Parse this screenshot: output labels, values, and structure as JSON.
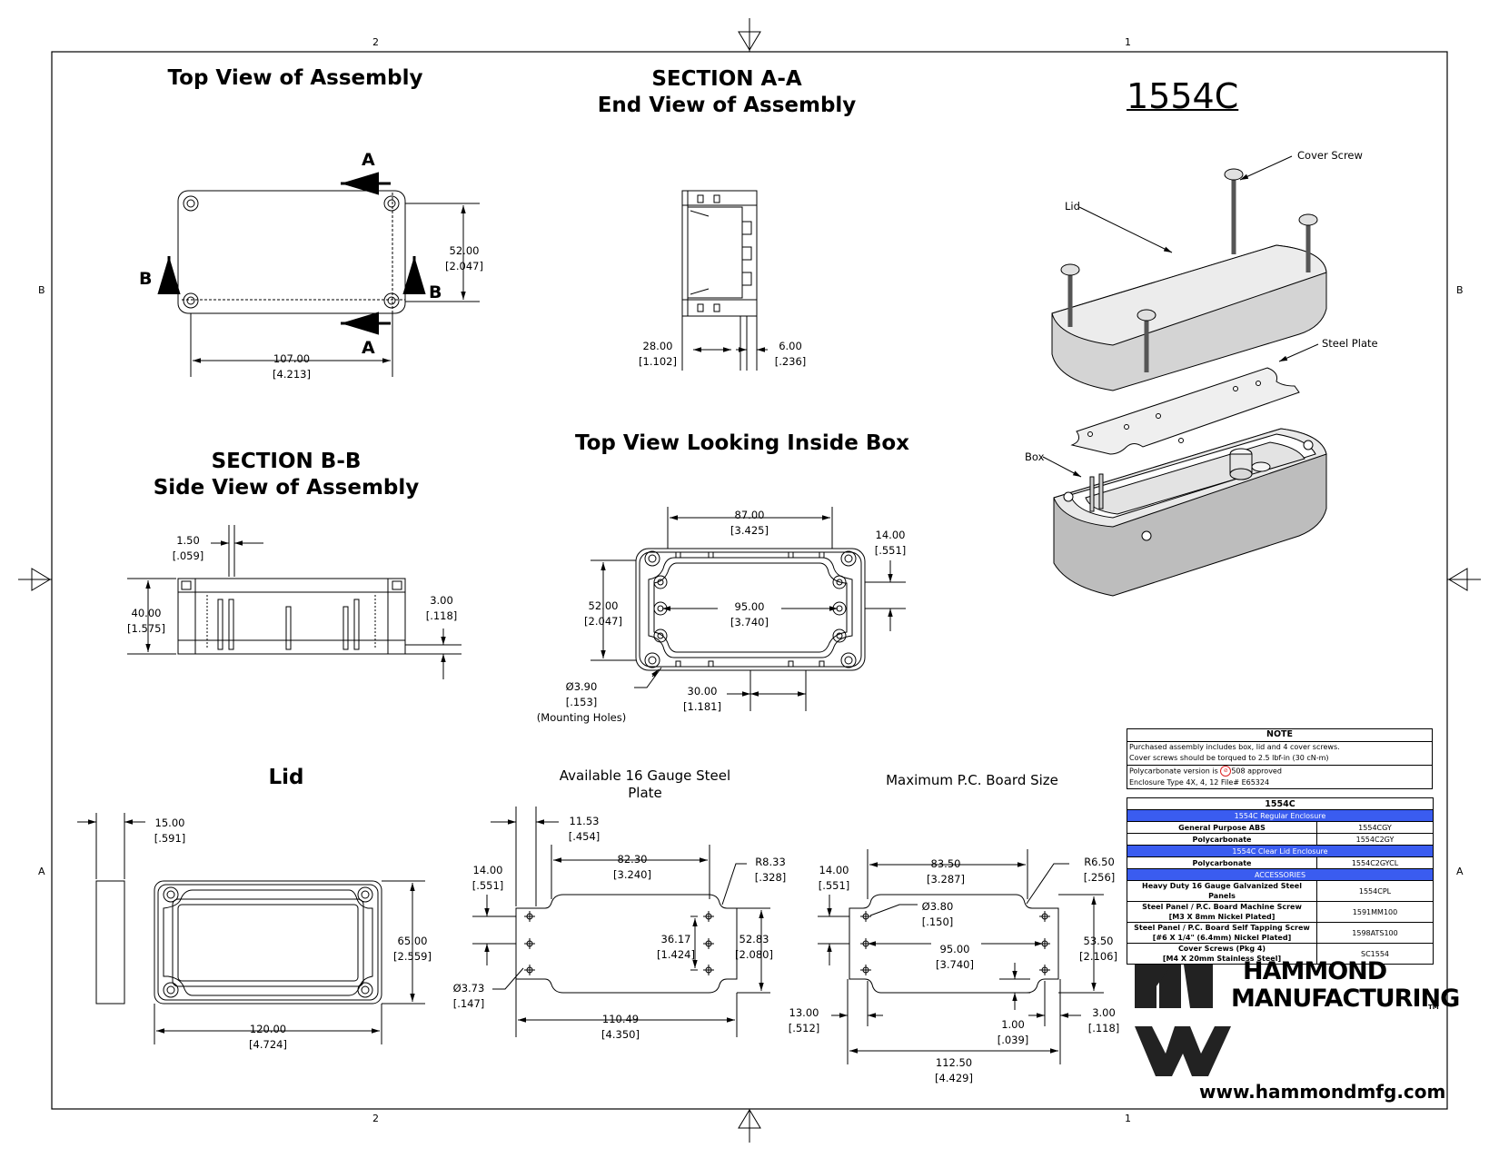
{
  "border": {
    "zones_top": [
      "2",
      "1"
    ],
    "zones_bottom": [
      "2",
      "1"
    ],
    "zones_left": [
      "B",
      "A"
    ],
    "zones_right": [
      "B",
      "A"
    ]
  },
  "part_number": "1554C",
  "titles": {
    "top_view": "Top View of Assembly",
    "section_aa_1": "SECTION A-A",
    "section_aa_2": "End View of Assembly",
    "section_bb_1": "SECTION B-B",
    "section_bb_2": "Side View of Assembly",
    "inside_box": "Top View Looking Inside Box",
    "lid": "Lid",
    "steel_plate_1": "Available 16 Gauge Steel",
    "steel_plate_2": "Plate",
    "pcb": "Maximum P.C. Board Size"
  },
  "section_labels": {
    "a": "A",
    "b": "B"
  },
  "callouts": {
    "cover_screw": "Cover Screw",
    "lid": "Lid",
    "steel_plate": "Steel Plate",
    "box": "Box"
  },
  "dims": {
    "top_w": [
      "107.00",
      "[4.213]"
    ],
    "top_h": [
      "52.00",
      "[2.047]"
    ],
    "end_w": [
      "28.00",
      "[1.102]"
    ],
    "end_t": [
      "6.00",
      "[.236]"
    ],
    "side_wall": [
      "1.50",
      "[.059]"
    ],
    "side_h": [
      "40.00",
      "[1.575]"
    ],
    "side_lip": [
      "3.00",
      "[.118]"
    ],
    "in_w": [
      "87.00",
      "[3.425]"
    ],
    "in_edge": [
      "14.00",
      "[.551]"
    ],
    "in_h": [
      "52.00",
      "[2.047]"
    ],
    "in_hole": [
      "95.00",
      "[3.740]"
    ],
    "in_mount": [
      "Ø3.90",
      "[.153]",
      "(Mounting Holes)"
    ],
    "in_30": [
      "30.00",
      "[1.181]"
    ],
    "lid_t": [
      "15.00",
      "[.591]"
    ],
    "lid_h": [
      "65.00",
      "[2.559]"
    ],
    "lid_w": [
      "120.00",
      "[4.724]"
    ],
    "sp_11": [
      "11.53",
      "[.454]"
    ],
    "sp_14": [
      "14.00",
      "[.551]"
    ],
    "sp_82": [
      "82.30",
      "[3.240]"
    ],
    "sp_r": [
      "R8.33",
      "[.328]"
    ],
    "sp_36": [
      "36.17",
      "[1.424]"
    ],
    "sp_52": [
      "52.83",
      "[2.080]"
    ],
    "sp_hole": [
      "Ø3.73",
      "[.147]"
    ],
    "sp_110": [
      "110.49",
      "[4.350]"
    ],
    "pcb_14": [
      "14.00",
      "[.551]"
    ],
    "pcb_83": [
      "83.50",
      "[3.287]"
    ],
    "pcb_r": [
      "R6.50",
      "[.256]"
    ],
    "pcb_hole": [
      "Ø3.80",
      "[.150]"
    ],
    "pcb_95": [
      "95.00",
      "[3.740]"
    ],
    "pcb_53": [
      "53.50",
      "[2.106]"
    ],
    "pcb_13": [
      "13.00",
      "[.512]"
    ],
    "pcb_1": [
      "1.00",
      "[.039]"
    ],
    "pcb_3": [
      "3.00",
      "[.118]"
    ],
    "pcb_112": [
      "112.50",
      "[4.429]"
    ]
  },
  "note": {
    "header": "NOTE",
    "line1": "Purchased assembly includes box, lid and 4 cover screws.",
    "line2": "Cover screws should be torqued to 2.5 lbf-in (30 cN-m)",
    "line3a": "Polycarbonate version is",
    "line3b": "508 approved",
    "line4": "Enclosure Type 4X, 4, 12  File# E65324"
  },
  "table": {
    "header": "1554C",
    "band1": "1554C Regular Enclosure",
    "band2": "1554C Clear Lid Enclosure",
    "band3": "ACCESSORIES",
    "band_color": "#3a5cf0",
    "rows1": [
      {
        "desc": "General Purpose ABS",
        "pn": "1554CGY"
      },
      {
        "desc": "Polycarbonate",
        "pn": "1554C2GY"
      }
    ],
    "rows2": [
      {
        "desc": "Polycarbonate",
        "pn": "1554C2GYCL"
      }
    ],
    "acc": [
      {
        "desc1": "Heavy Duty 16 Gauge Galvanized Steel Panels",
        "desc2": "",
        "pn": "1554CPL"
      },
      {
        "desc1": "Steel Panel / P.C. Board Machine Screw",
        "desc2": "[M3 X 8mm Nickel Plated]",
        "pn": "1591MM100"
      },
      {
        "desc1": "Steel Panel / P.C. Board Self Tapping Screw",
        "desc2": "[#6 X 1/4\" (6.4mm) Nickel Plated]",
        "pn": "1598ATS100"
      },
      {
        "desc1": "Cover Screws (Pkg 4)",
        "desc2": "[M4 X 20mm Stainless Steel]",
        "pn": "SC1554"
      }
    ]
  },
  "logo": {
    "line1": "HAMMOND",
    "line2": "MANUFACTURING",
    "tm": "TM",
    "website": "www.hammondmfg.com"
  }
}
